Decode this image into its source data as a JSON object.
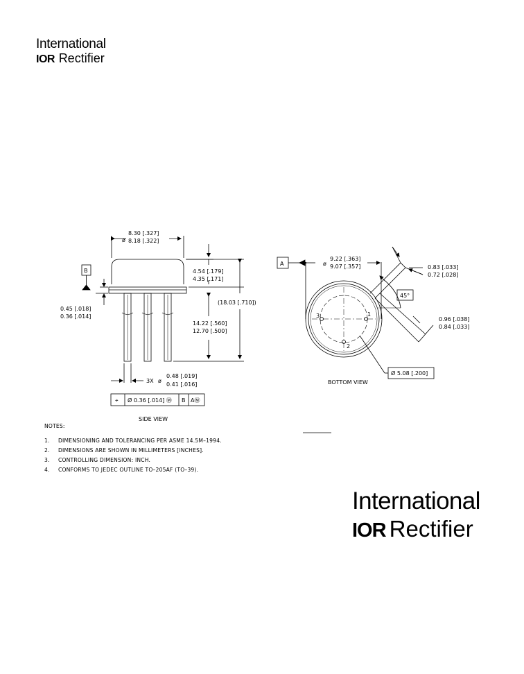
{
  "header_logo": {
    "line1": "International",
    "mark": "IOR",
    "line2": "Rectifier"
  },
  "footer_logo": {
    "line1": "International",
    "mark": "IOR",
    "line2": "Rectifier"
  },
  "side_view": {
    "datum_label": "B",
    "diameter_max": "8.30 [.327]",
    "diameter_min": "8.18 [.322]",
    "cap_height_max": "4.54 [.179]",
    "cap_height_min": "4.35 [.171]",
    "overall_length": "(18.03 [.710])",
    "flange_max": "0.45 [.018]",
    "flange_min": "0.36 [.014]",
    "lead_length_max": "14.22 [.560]",
    "lead_length_min": "12.70 [.500]",
    "lead_count": "3X",
    "lead_dia_max": "0.48 [.019]",
    "lead_dia_min": "0.41 [.016]",
    "fcf": [
      "⌖",
      "Ø 0.36 [.014] Ⓜ",
      "B",
      "AⓂ"
    ],
    "label": "SIDE VIEW"
  },
  "bottom_view": {
    "datum_label": "A",
    "diameter_max": "9.22 [.363]",
    "diameter_min": "9.07 [.357]",
    "tab_width_max": "0.83 [.033]",
    "tab_width_min": "0.72 [.028]",
    "tab_angle": "45°",
    "tab_length_max": "0.96 [.038]",
    "tab_length_min": "0.84 [.033]",
    "pin_circle": "Ø 5.08 [.200]",
    "pins": [
      "1",
      "2",
      "3"
    ],
    "label": "BOTTOM VIEW"
  },
  "notes": {
    "title": "NOTES:",
    "items": [
      {
        "num": "1.",
        "text": "DIMENSIONING AND TOLERANCING PER ASME 14.5M–1994."
      },
      {
        "num": "2.",
        "text": "DIMENSIONS ARE SHOWN IN MILLIMETERS [INCHES]."
      },
      {
        "num": "3.",
        "text": "CONTROLLING DIMENSION: INCH."
      },
      {
        "num": "4.",
        "text": "CONFORMS TO JEDEC OUTLINE TO–205AF (TO–39)."
      }
    ]
  }
}
